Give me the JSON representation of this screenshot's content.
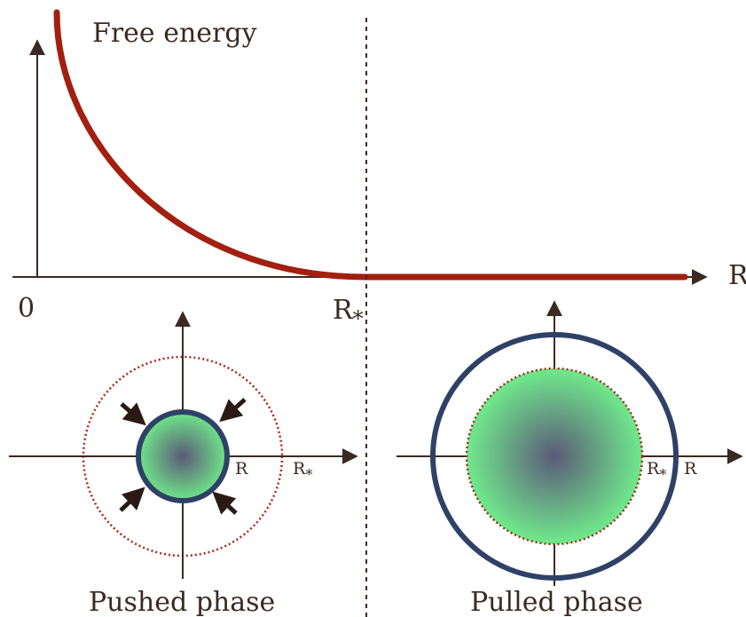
{
  "graph": {
    "ylabel": "Free energy",
    "xlabel": "R",
    "origin_label": "0",
    "threshold_label": "R*",
    "threshold_base": "R",
    "threshold_sub": "*"
  },
  "left_panel": {
    "title": "Pushed phase",
    "r_label": "R",
    "rstar_base": "R",
    "rstar_sub": "*"
  },
  "right_panel": {
    "title": "Pulled phase",
    "r_label": "R",
    "rstar_base": "R",
    "rstar_sub": "*"
  },
  "colors": {
    "curve": "#a31f0f",
    "axis": "#3b2a22",
    "ring": "#2f4166",
    "dotted": "#a52a1a",
    "fill_edge": "#6fe68a",
    "fill_center": "#5b5a78"
  }
}
